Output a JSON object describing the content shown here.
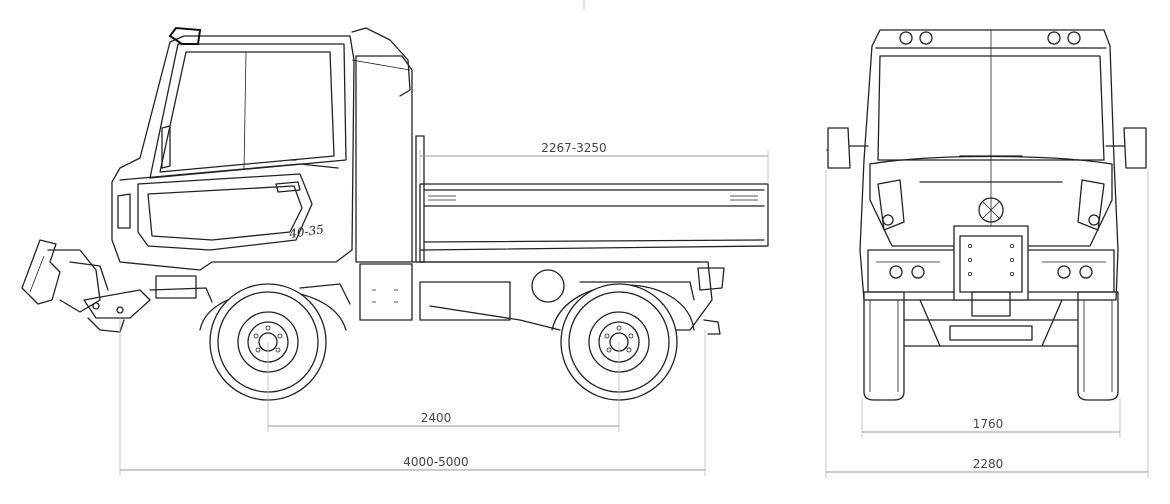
{
  "side_view": {
    "model_badge": "40-35",
    "dimensions": {
      "platform_length": "2267-3250",
      "wheelbase": "2400",
      "overall_length": "4000-5000"
    }
  },
  "front_view": {
    "dimensions": {
      "track_width": "1760",
      "overall_width": "2280"
    }
  }
}
